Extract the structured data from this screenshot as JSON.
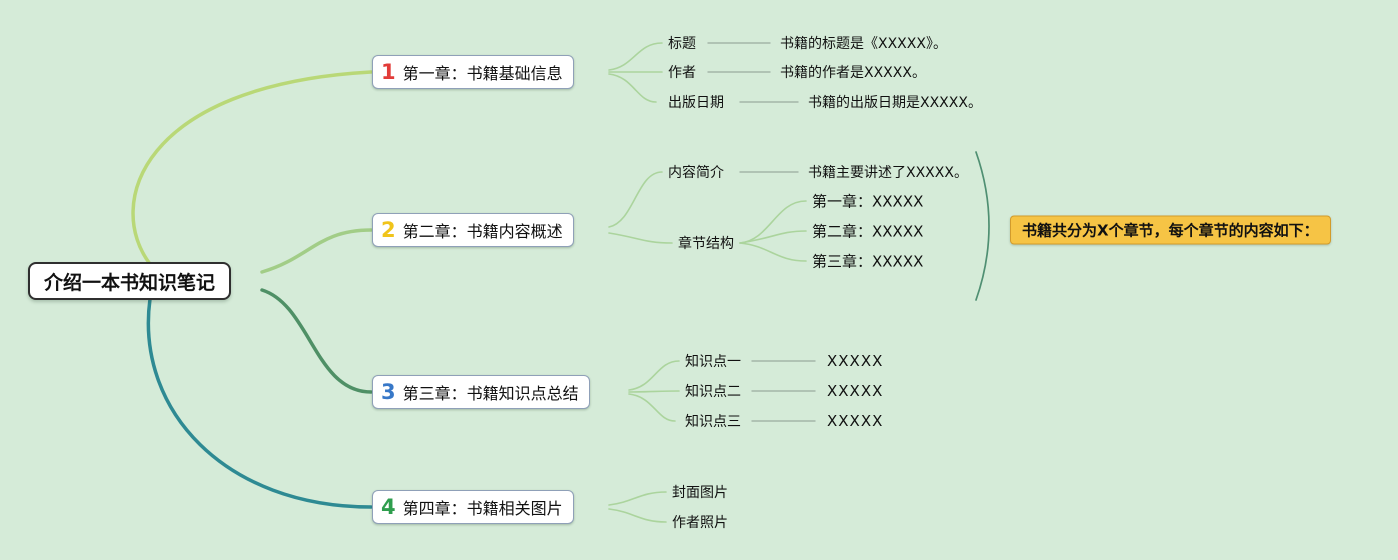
{
  "root": {
    "label": "介绍一本书知识笔记"
  },
  "branches": [
    {
      "number": "1",
      "label": "第一章：书籍基础信息",
      "children": [
        {
          "label": "标题",
          "value": "书籍的标题是《XXXXX》。"
        },
        {
          "label": "作者",
          "value": "书籍的作者是XXXXX。"
        },
        {
          "label": "出版日期",
          "value": "书籍的出版日期是XXXXX。"
        }
      ]
    },
    {
      "number": "2",
      "label": "第二章：书籍内容概述",
      "children": [
        {
          "label": "内容简介",
          "value": "书籍主要讲述了XXXXX。"
        },
        {
          "label": "章节结构",
          "items": [
            "第一章：XXXXX",
            "第二章：XXXXX",
            "第三章：XXXXX"
          ]
        }
      ],
      "callout": "书籍共分为X个章节，每个章节的内容如下："
    },
    {
      "number": "3",
      "label": "第三章：书籍知识点总结",
      "children": [
        {
          "label": "知识点一",
          "value": "XXXXX"
        },
        {
          "label": "知识点二",
          "value": "XXXXX"
        },
        {
          "label": "知识点三",
          "value": "XXXXX"
        }
      ]
    },
    {
      "number": "4",
      "label": "第四章：书籍相关图片",
      "children": [
        {
          "label": "封面图片"
        },
        {
          "label": "作者照片"
        }
      ]
    }
  ],
  "colors": {
    "background": "#d5ebd8",
    "branch_1": "#b9d877",
    "branch_2": "#a2cd87",
    "branch_3": "#4f9066",
    "branch_4": "#2e8a93",
    "child_link": "#abd49d",
    "row_line": "#9aab9f",
    "brace": "#4f8f72",
    "number_1": "#e23c39",
    "number_2": "#f0c41b",
    "number_3": "#3878c8",
    "number_4": "#2f9e4e",
    "callout_bg": "#f6c445",
    "callout_border": "#d29b2c"
  }
}
